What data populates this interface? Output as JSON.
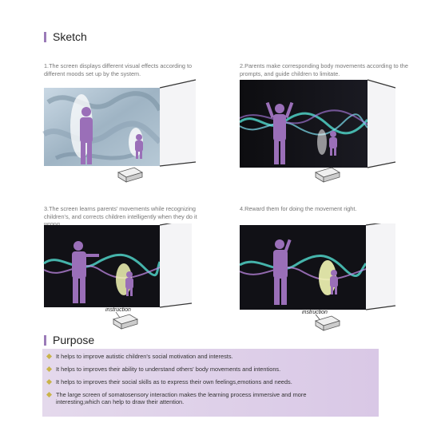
{
  "sketch": {
    "title": "Sketch",
    "panels": [
      {
        "caption": "1.The screen displays different visual effects according to different moods set up by the system.",
        "screen_text": "",
        "label": ""
      },
      {
        "caption": "2.Parents make corresponding body movements according to the prompts, and guide children to limitate.",
        "screen_text": "",
        "label": ""
      },
      {
        "caption": "3.The screen learns parents' movements while recognizing children's, and corrects children intelligently when they do it wrong",
        "screen_text": "",
        "label": "instruction"
      },
      {
        "caption": "4.Reward them for doing the movement right.",
        "screen_text": "",
        "label": "instruction"
      }
    ]
  },
  "purpose": {
    "title": "Purpose",
    "items": [
      "It helps to improve autistic children's social motivation and interests.",
      "It helps to improves their ability to understand others' body movements and intentions.",
      "It helps to improves their social skills as to express their own feelings,emotions and needs.",
      "The large screen of somatosensory interaction makes the learning process immersive and more interesting,which can help to draw their attention."
    ]
  },
  "colors": {
    "accent": "#9b7bb8",
    "figure": "#9a6fb8",
    "purpose_bg": "#ddd0e8",
    "bullet": "#c9b34a"
  }
}
